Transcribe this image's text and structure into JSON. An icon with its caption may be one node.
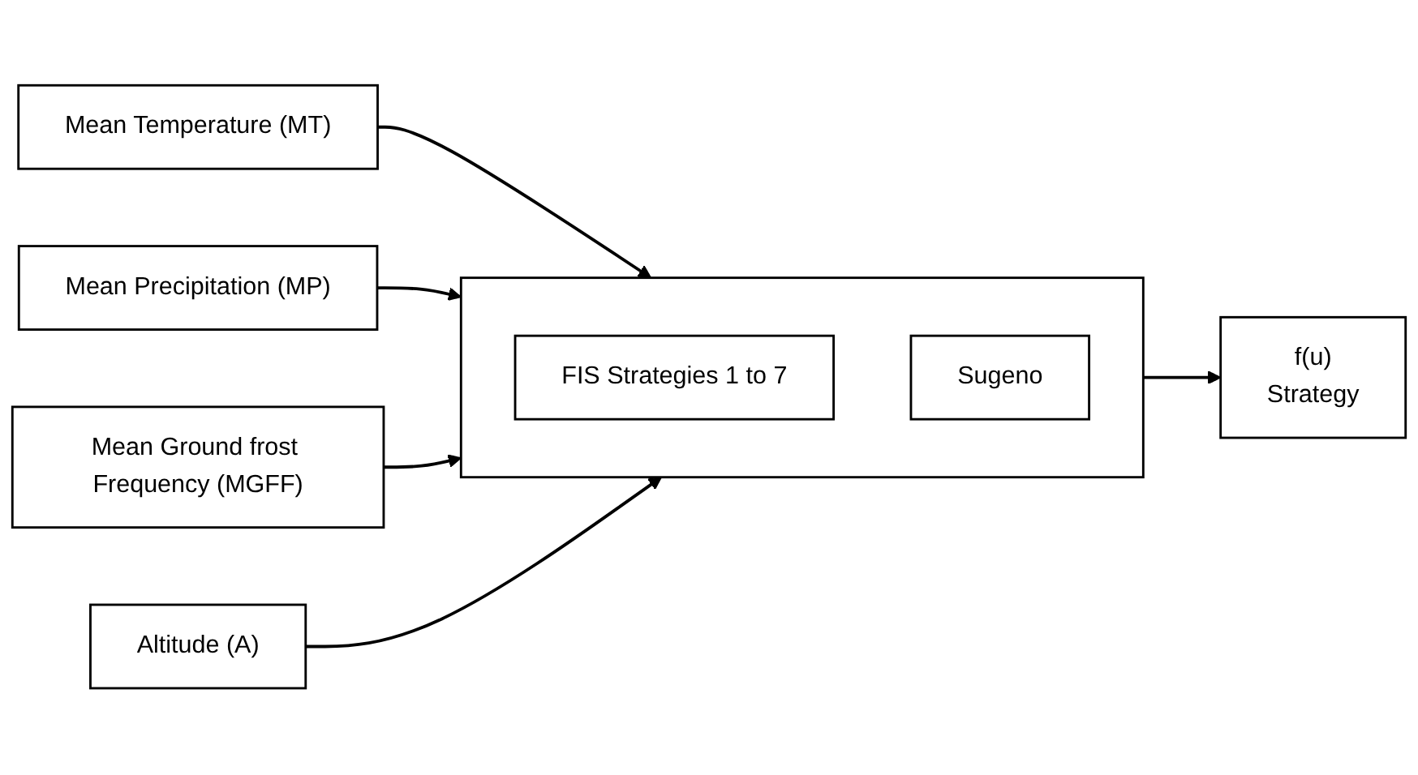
{
  "diagram": {
    "nodes": [
      {
        "text": [
          "Mean Temperature (MT)"
        ]
      },
      {
        "text": [
          "Mean Precipitation (MP)"
        ]
      },
      {
        "text": [
          "Mean Ground frost Frequency (MGFF)"
        ]
      },
      {
        "text": [
          "Altitude (A)"
        ]
      },
      {
        "text": [],
        "shape": "box"
      },
      {
        "text": [
          "FIS Strategies 1 to 7"
        ],
        "in": 4
      },
      {
        "text": [
          "Sugeno"
        ],
        "in": 4
      },
      {
        "text": [
          "f(u)",
          "Strategy"
        ]
      }
    ],
    "edges": [
      {
        "from": 0,
        "to": 4,
        "arrow": "to"
      },
      {
        "from": 1,
        "to": 4,
        "arrow": "to"
      },
      {
        "from": 2,
        "to": 4,
        "arrow": "to"
      },
      {
        "from": 3,
        "to": 4,
        "arrow": "to"
      },
      {
        "from": 4,
        "to": 7,
        "arrow": "to"
      }
    ]
  }
}
